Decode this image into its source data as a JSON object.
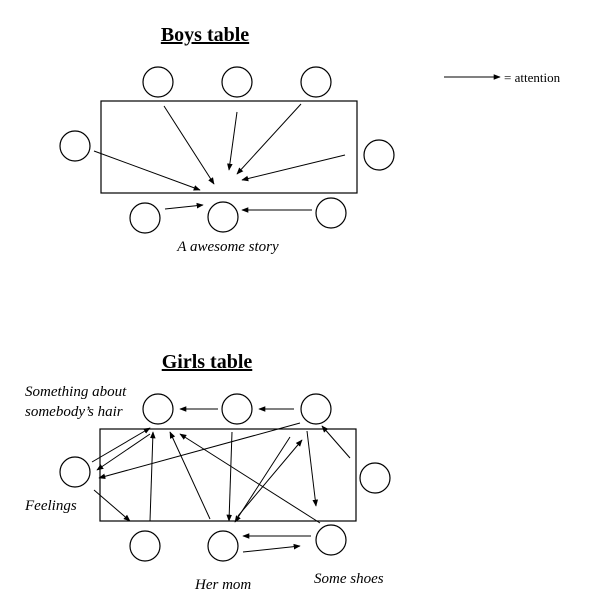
{
  "boys": {
    "title": "Boys table",
    "label": "A awesome story"
  },
  "girls": {
    "title": "Girls table",
    "labels": {
      "hair_line1": "Something about",
      "hair_line2": "somebody’s hair",
      "feelings": "Feelings",
      "mom": "Her mom",
      "shoes": "Some shoes"
    }
  },
  "legend": {
    "text": "= attention"
  },
  "colors": {
    "ink": "#000000",
    "paper": "#ffffff"
  }
}
